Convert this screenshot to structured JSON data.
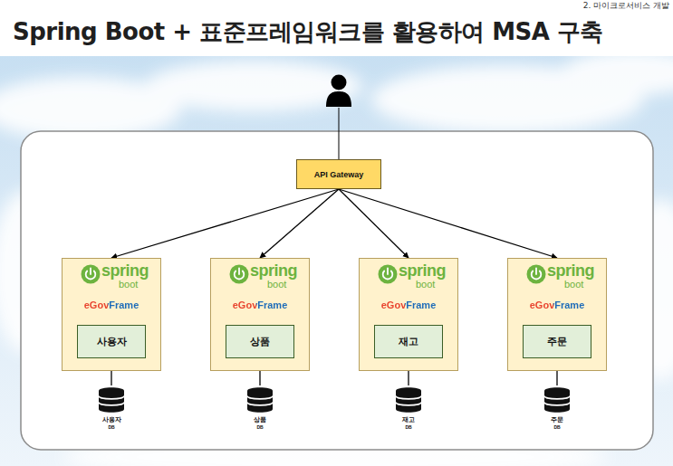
{
  "diagram": {
    "title": "Spring Boot + 표준프레임워크를 활용하여 MSA 구축",
    "nodes": [
      {
        "text": [
          "API Gateway"
        ]
      },
      {
        "text": [
          "spring",
          "boot",
          "eGovFrame"
        ]
      },
      {
        "text": [
          "사용자"
        ],
        "in": 1
      },
      {
        "text": [
          "spring",
          "boot",
          "eGovFrame"
        ]
      },
      {
        "text": [
          "상품"
        ],
        "in": 3
      },
      {
        "text": [
          "spring",
          "boot",
          "eGovFrame"
        ]
      },
      {
        "text": [
          "재고"
        ],
        "in": 5
      },
      {
        "text": [
          "spring",
          "boot",
          "eGovFrame"
        ]
      },
      {
        "text": [
          "주문"
        ],
        "in": 7
      },
      {
        "text": [
          "사용자",
          "DB"
        ]
      },
      {
        "text": [
          "상품",
          "DB"
        ]
      },
      {
        "text": [
          "재고",
          "DB"
        ]
      },
      {
        "text": [
          "주문",
          "DB"
        ]
      }
    ],
    "edges": [
      {
        "from": 0,
        "to": 1,
        "arrow": "to"
      },
      {
        "from": 0,
        "to": 3,
        "arrow": "to"
      },
      {
        "from": 0,
        "to": 5,
        "arrow": "to"
      },
      {
        "from": 0,
        "to": 7,
        "arrow": "to"
      },
      {
        "from": 1,
        "to": 9,
        "arrow": "none"
      },
      {
        "from": 3,
        "to": 10,
        "arrow": "none"
      },
      {
        "from": 5,
        "to": 11,
        "arrow": "none"
      },
      {
        "from": 7,
        "to": 12,
        "arrow": "none"
      }
    ],
    "labels": [
      "2. 마이크로서비스 개발"
    ]
  }
}
